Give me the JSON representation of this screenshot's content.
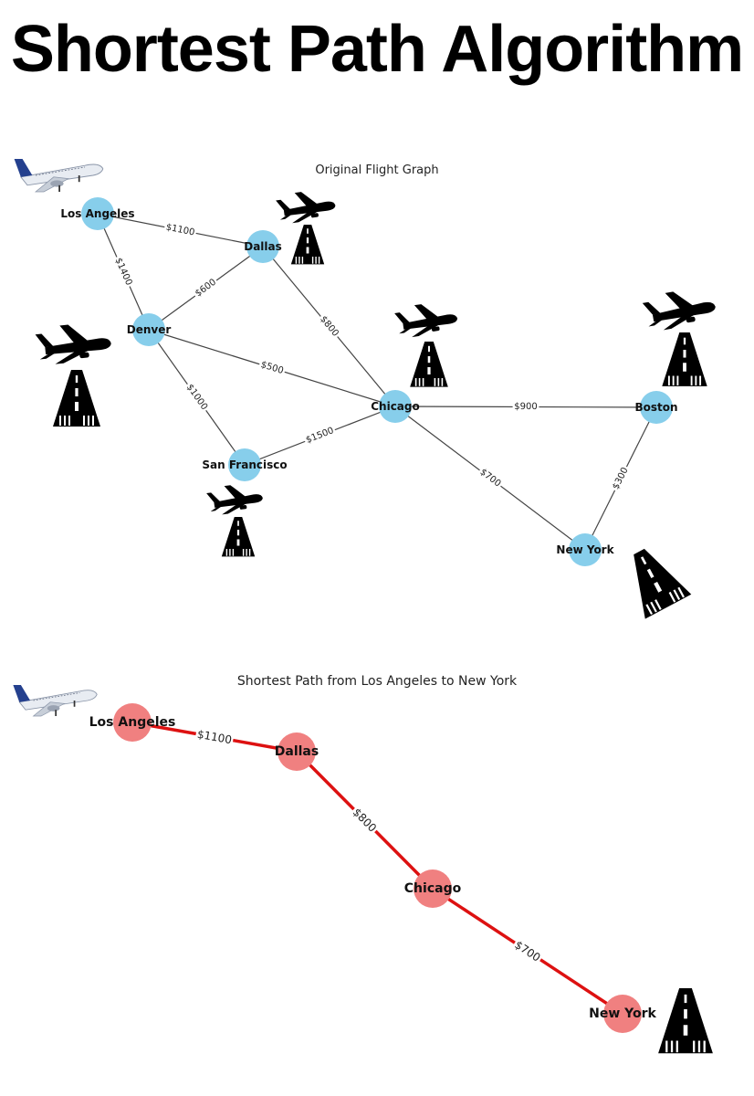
{
  "title": "Shortest Path Algorithm",
  "original_graph": {
    "subtitle": "Original Flight Graph",
    "node_color": "#87ceeb",
    "nodes": [
      "Los Angeles",
      "Dallas",
      "Denver",
      "Chicago",
      "Boston",
      "San Francisco",
      "New York"
    ],
    "edges": [
      {
        "from": "Los Angeles",
        "to": "Dallas",
        "cost": "$1100"
      },
      {
        "from": "Los Angeles",
        "to": "Denver",
        "cost": "$1400"
      },
      {
        "from": "Denver",
        "to": "Dallas",
        "cost": "$600"
      },
      {
        "from": "Dallas",
        "to": "Chicago",
        "cost": "$800"
      },
      {
        "from": "Denver",
        "to": "Chicago",
        "cost": "$500"
      },
      {
        "from": "Denver",
        "to": "San Francisco",
        "cost": "$1000"
      },
      {
        "from": "San Francisco",
        "to": "Chicago",
        "cost": "$1500"
      },
      {
        "from": "Chicago",
        "to": "Boston",
        "cost": "$900"
      },
      {
        "from": "Chicago",
        "to": "New York",
        "cost": "$700"
      },
      {
        "from": "Boston",
        "to": "New York",
        "cost": "$300"
      }
    ]
  },
  "shortest_path": {
    "subtitle": "Shortest Path from Los Angeles to New York",
    "node_color": "#f08080",
    "edge_color": "#dd1111",
    "nodes": [
      "Los Angeles",
      "Dallas",
      "Chicago",
      "New York"
    ],
    "edges": [
      {
        "from": "Los Angeles",
        "to": "Dallas",
        "cost": "$1100"
      },
      {
        "from": "Dallas",
        "to": "Chicago",
        "cost": "$800"
      },
      {
        "from": "Chicago",
        "to": "New York",
        "cost": "$700"
      }
    ]
  },
  "icons": [
    "passenger-jet-icon",
    "airplane-silhouette-icon",
    "runway-icon"
  ]
}
